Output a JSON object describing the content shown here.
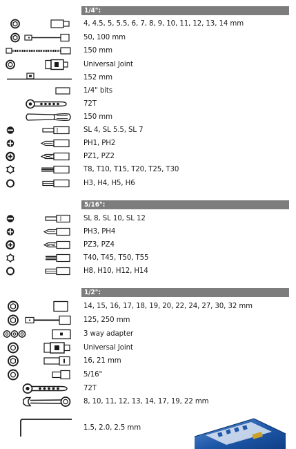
{
  "sections": [
    {
      "title": "1/4\":",
      "rows": [
        {
          "icon": "hex-socket-icon",
          "text": "4, 4.5, 5, 5.5, 6, 7, 8, 9, 10, 11, 12, 13, 14 mm"
        },
        {
          "icon": "extension-bar-icon",
          "text": "50, 100 mm"
        },
        {
          "icon": "flexible-extension-icon",
          "text": "150 mm"
        },
        {
          "icon": "universal-joint-icon",
          "text": "Universal Joint"
        },
        {
          "icon": "t-handle-icon",
          "text": "152 mm"
        },
        {
          "icon": "bit-icon",
          "text": "1/4\" bits"
        },
        {
          "icon": "ratchet-icon",
          "text": "72T"
        },
        {
          "icon": "screwdriver-handle-icon",
          "text": "150 mm"
        },
        {
          "icon": "slotted-bit-icon",
          "text": "SL 4, SL 5.5, SL 7"
        },
        {
          "icon": "phillips-bit-icon",
          "text": "PH1, PH2"
        },
        {
          "icon": "pozi-bit-icon",
          "text": "PZ1, PZ2"
        },
        {
          "icon": "torx-bit-icon",
          "text": "T8, T10, T15, T20, T25, T30"
        },
        {
          "icon": "hex-bit-icon",
          "text": "H3, H4, H5, H6"
        }
      ]
    },
    {
      "title": "5/16\":",
      "rows": [
        {
          "icon": "slotted-bit-icon",
          "text": "SL 8, SL 10, SL 12"
        },
        {
          "icon": "phillips-bit-icon",
          "text": "PH3, PH4"
        },
        {
          "icon": "pozi-bit-icon",
          "text": "PZ3, PZ4"
        },
        {
          "icon": "torx-bit-icon",
          "text": "T40, T45, T50, T55"
        },
        {
          "icon": "hex-bit-icon",
          "text": "H8, H10, H12, H14"
        }
      ]
    },
    {
      "title": "1/2\":",
      "rows": [
        {
          "icon": "hex-socket-icon",
          "text": "14, 15, 16, 17, 18, 19, 20, 22, 24, 27, 30, 32 mm"
        },
        {
          "icon": "extension-bar-icon",
          "text": "125, 250 mm"
        },
        {
          "icon": "three-way-adapter-icon",
          "text": "3 way adapter"
        },
        {
          "icon": "universal-joint-icon",
          "text": "Universal Joint"
        },
        {
          "icon": "spark-plug-socket-icon",
          "text": "16, 21 mm"
        },
        {
          "icon": "adapter-icon",
          "text": "5/16\""
        },
        {
          "icon": "ratchet-icon",
          "text": "72T"
        },
        {
          "icon": "combination-wrench-icon",
          "text": "8, 10, 11, 12, 13, 14, 17, 19, 22 mm"
        },
        {
          "icon": "hex-key-icon",
          "text": "1.5, 2.0, 2.5 mm"
        }
      ]
    }
  ]
}
